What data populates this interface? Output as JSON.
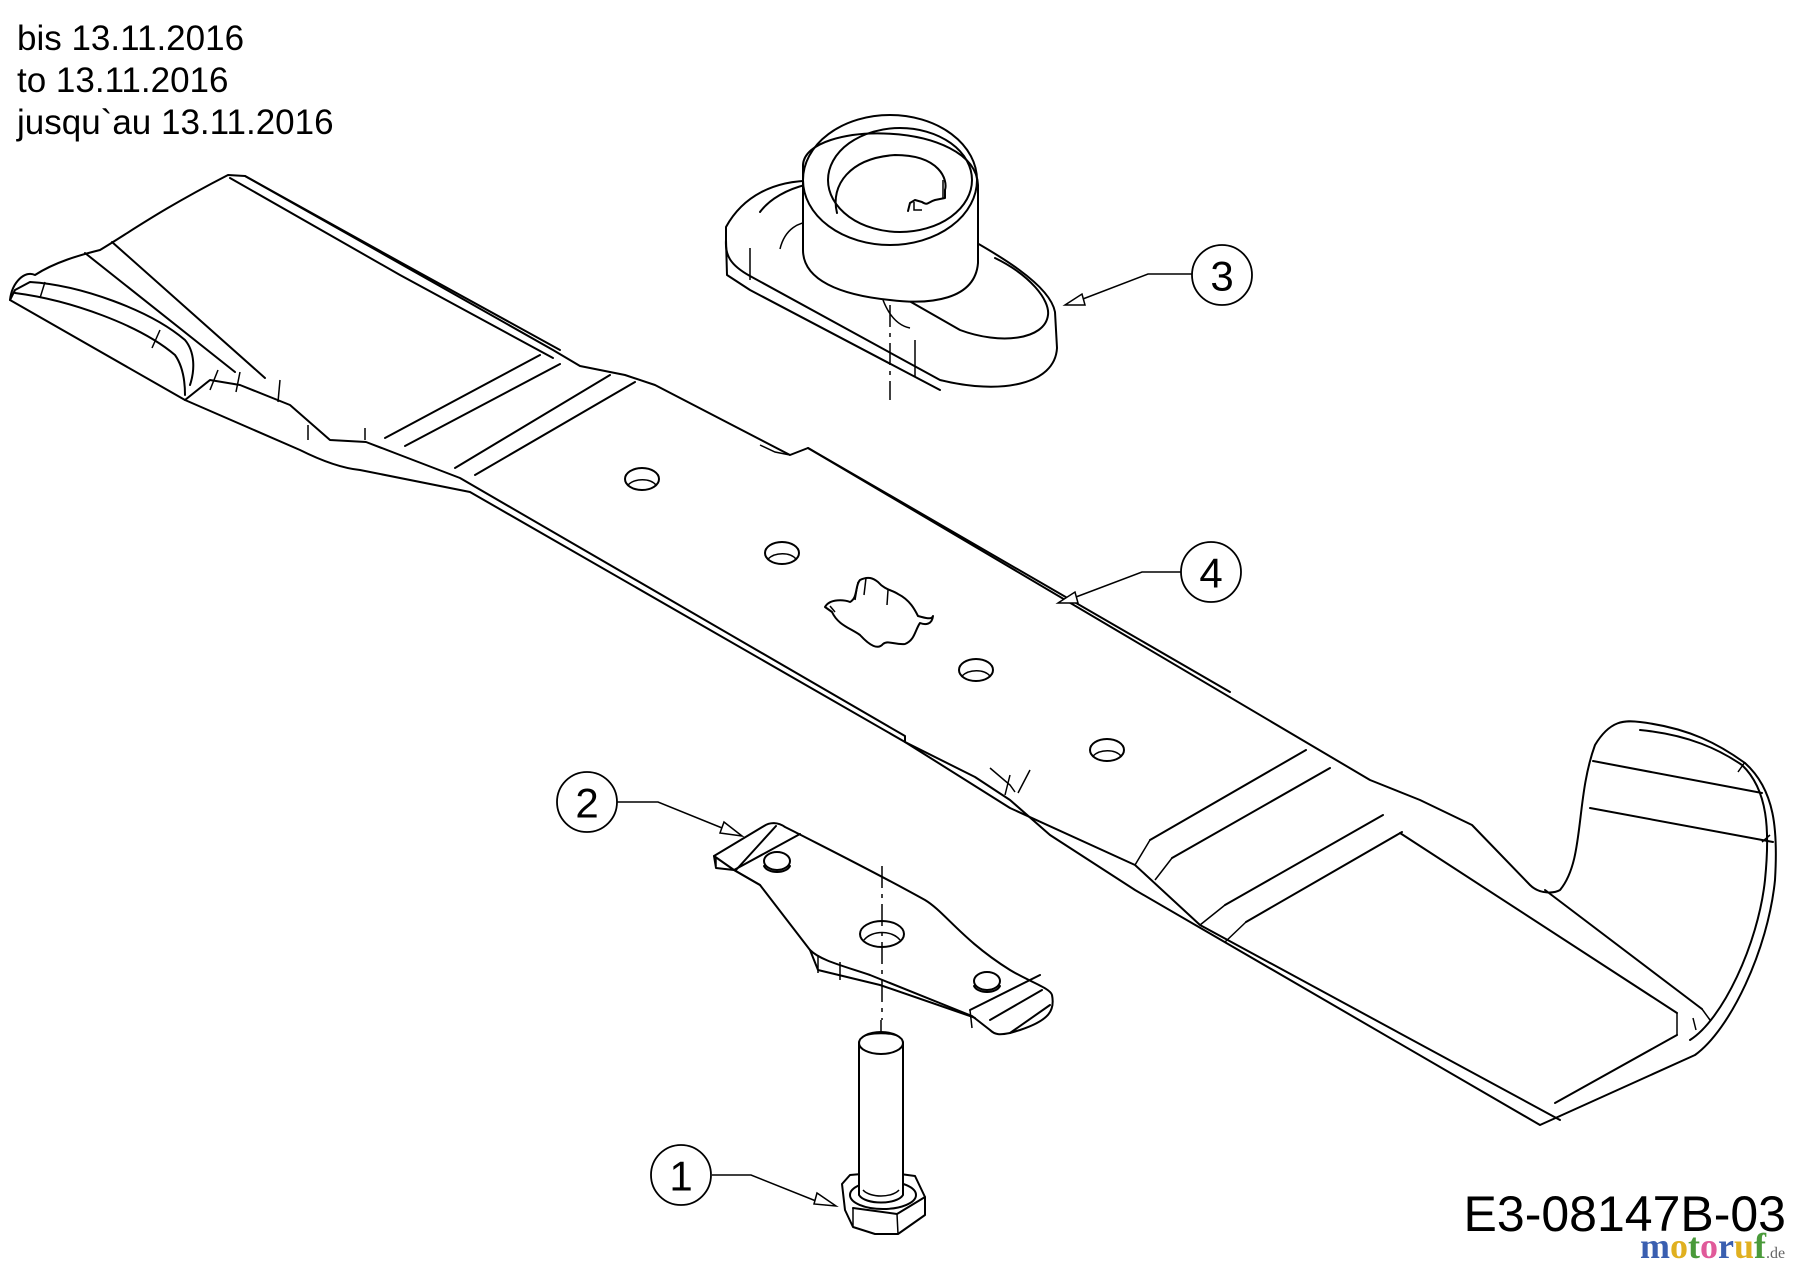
{
  "validity_note": {
    "lines": [
      "bis 13.11.2016",
      "to 13.11.2016",
      "jusqu`au 13.11.2016"
    ]
  },
  "drawing_number": "E3-08147B-03",
  "watermark": {
    "letters": [
      {
        "char": "m",
        "color": "#3a5fb0"
      },
      {
        "char": "o",
        "color": "#e0b020"
      },
      {
        "char": "t",
        "color": "#4a9a3a"
      },
      {
        "char": "o",
        "color": "#e05a9a"
      },
      {
        "char": "r",
        "color": "#3a5fb0"
      },
      {
        "char": "u",
        "color": "#e0b020"
      },
      {
        "char": "f",
        "color": "#4a9a3a"
      }
    ],
    "suffix": ".de"
  },
  "callouts": [
    {
      "number": "1",
      "part": "hex-bolt"
    },
    {
      "number": "2",
      "part": "blade-reinforcement-plate"
    },
    {
      "number": "3",
      "part": "blade-adapter"
    },
    {
      "number": "4",
      "part": "mower-blade"
    }
  ]
}
